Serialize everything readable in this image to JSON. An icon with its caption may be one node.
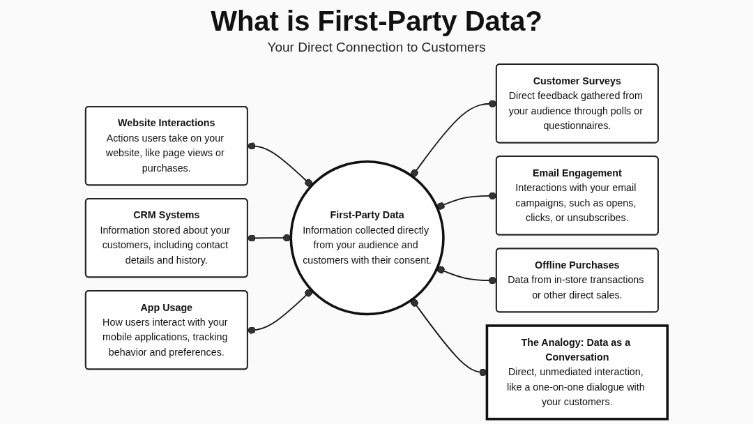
{
  "diagram": {
    "title": "What is First-Party Data?",
    "caption": "Your Direct Connection to Customers",
    "nodes": [
      {
        "text": [
          "First-Party Data",
          "Information collected directly from your audience and customers with their consent."
        ]
      },
      {
        "text": [
          "Website Interactions",
          "Actions users take on your website, like page views or purchases."
        ]
      },
      {
        "text": [
          "CRM Systems",
          "Information stored about your customers, including contact details and history."
        ]
      },
      {
        "text": [
          "App Usage",
          "How users interact with your mobile applications, tracking behavior and preferences."
        ]
      },
      {
        "text": [
          "Customer Surveys",
          "Direct feedback gathered from your audience through polls or questionnaires."
        ]
      },
      {
        "text": [
          "Email Engagement",
          "Interactions with your email campaigns, such as opens, clicks, or unsubscribes."
        ]
      },
      {
        "text": [
          "Offline Purchases",
          "Data from in-store transactions or other direct sales."
        ]
      },
      {
        "text": [
          "The Analogy: Data as a Conversation",
          "Direct, unmediated interaction, like a one-on-one dialogue with your customers."
        ]
      }
    ],
    "edges": [
      {
        "from": 1,
        "to": 0,
        "arrow": "other"
      },
      {
        "from": 2,
        "to": 0,
        "arrow": "other"
      },
      {
        "from": 3,
        "to": 0,
        "arrow": "other"
      },
      {
        "from": 0,
        "to": 4,
        "arrow": "other"
      },
      {
        "from": 0,
        "to": 5,
        "arrow": "other"
      },
      {
        "from": 0,
        "to": 6,
        "arrow": "other"
      },
      {
        "from": 0,
        "to": 7,
        "arrow": "other"
      }
    ]
  }
}
